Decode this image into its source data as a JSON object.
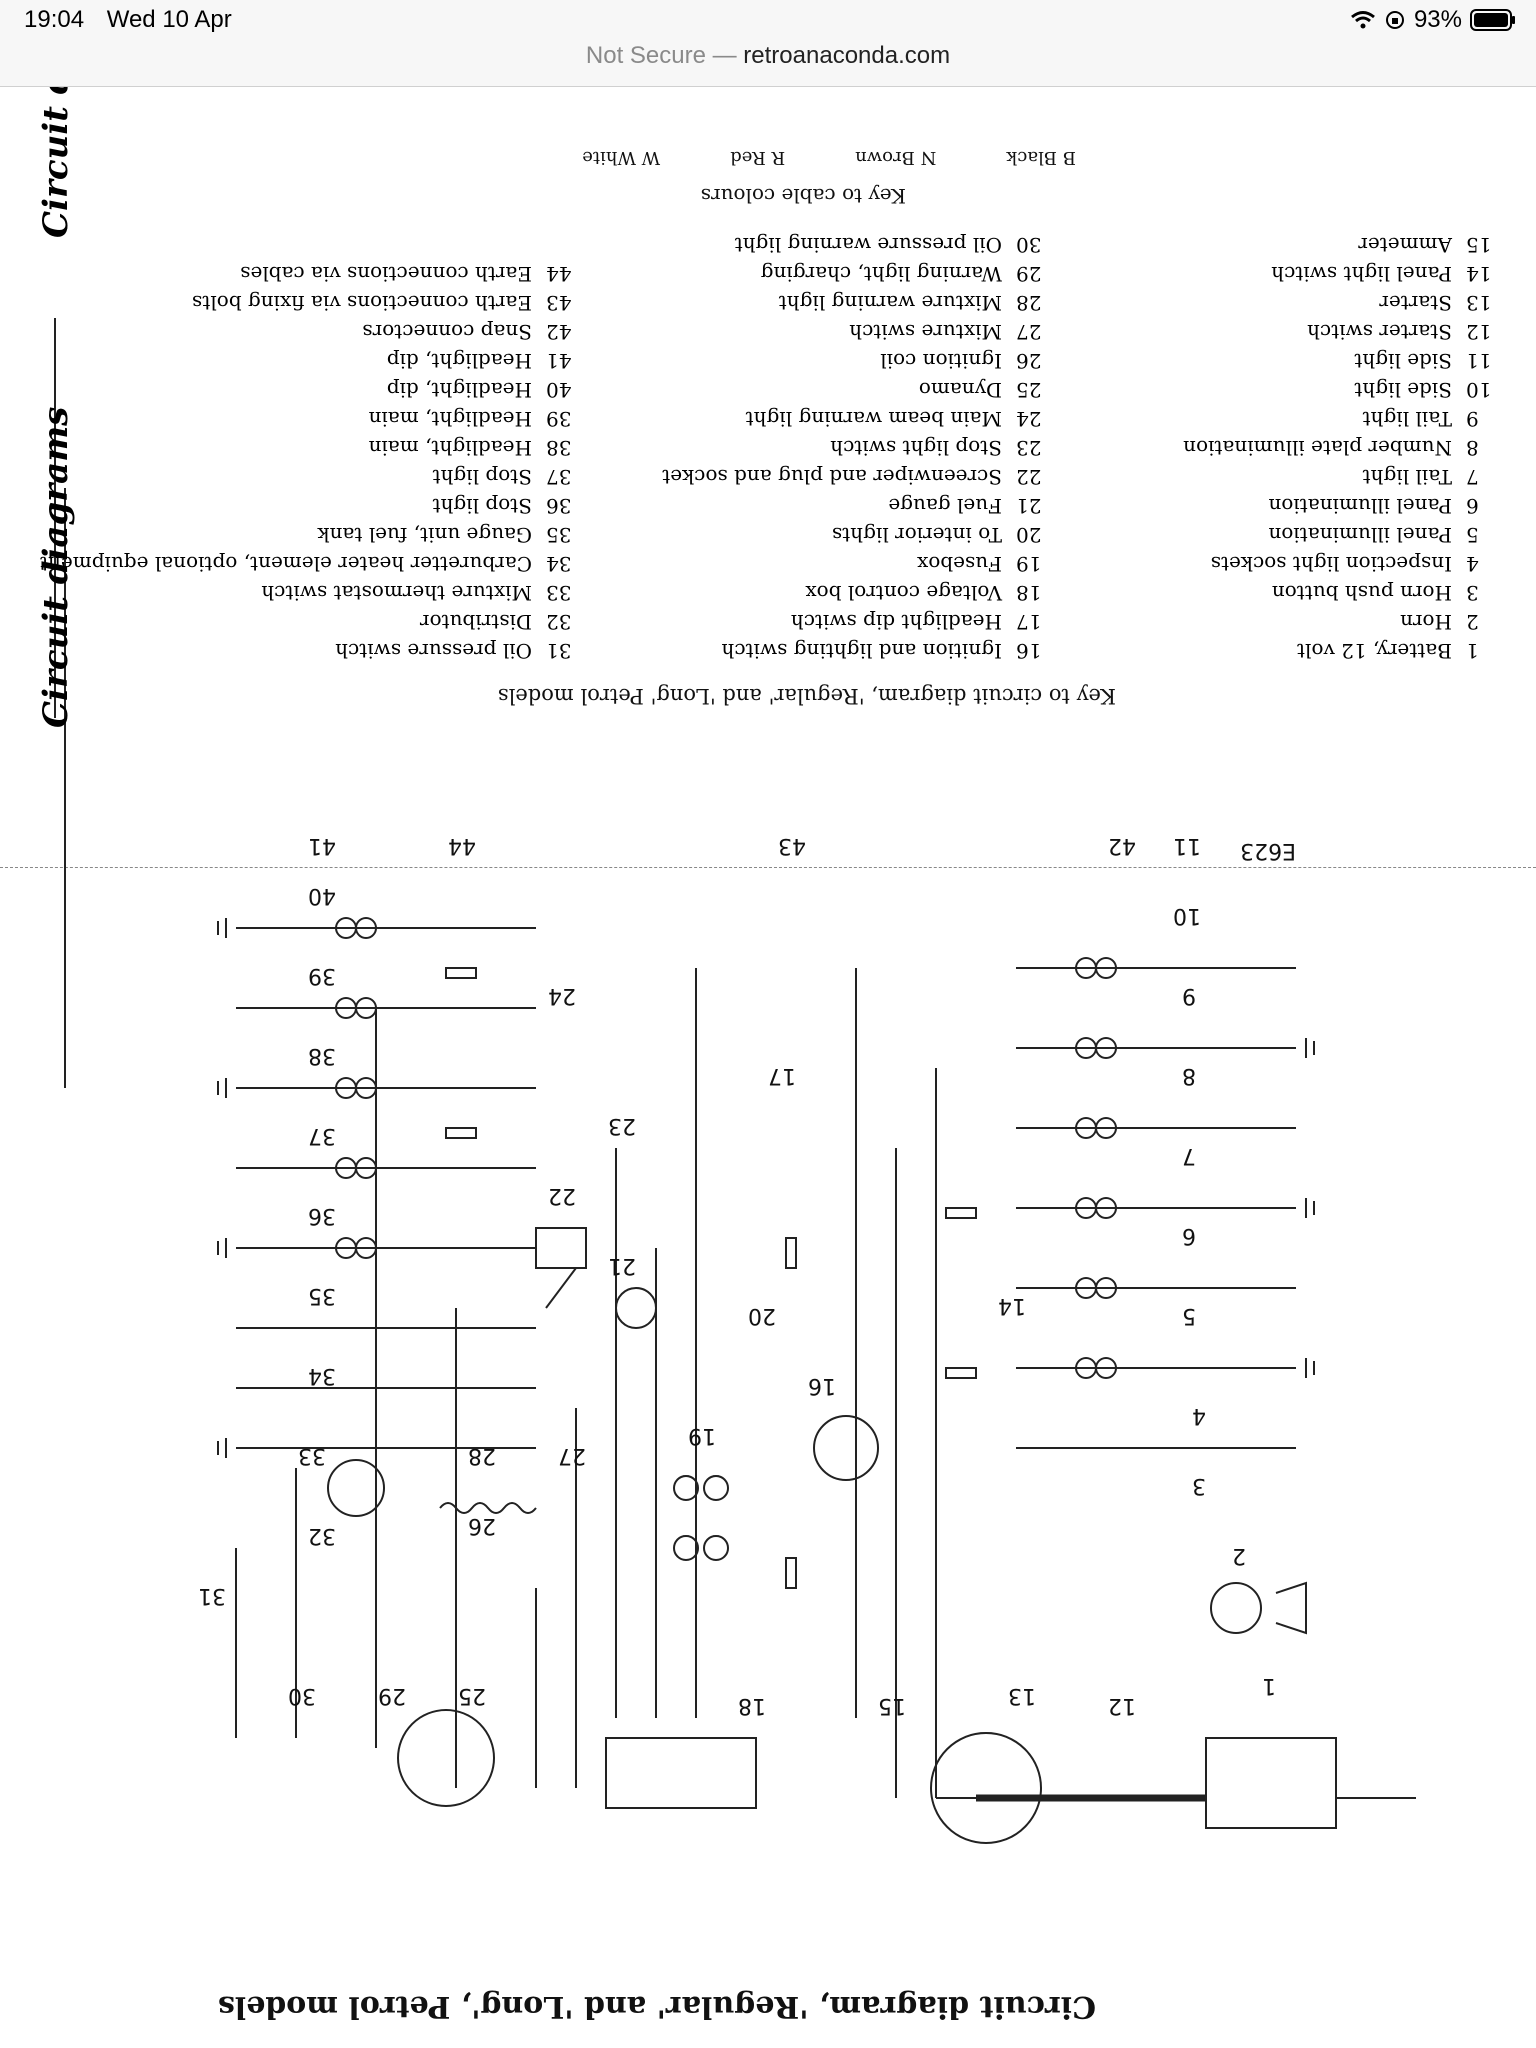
{
  "status_bar": {
    "time": "19:04",
    "date": "Wed 10 Apr",
    "battery": "93%"
  },
  "url_bar": {
    "not_secure": "Not Secure",
    "separator": "—",
    "domain": "retroanaconda.com"
  },
  "page": {
    "title": "Circuit diagram, 'Regular' and 'Long', Petrol models",
    "side_heading_1": "Circuit diagrams",
    "side_heading_2": "Circuit diagrams",
    "figure_code": "E623",
    "key_title": "Key to circuit diagram, 'Regular' and 'Long' Petrol models",
    "cable_key_title": "Key to cable colours",
    "cable_colours": [
      "B Black",
      "N Brown",
      "R Red",
      "W White"
    ],
    "key_col1": [
      {
        "n": "1",
        "label": "Battery, 12 volt"
      },
      {
        "n": "2",
        "label": "Horn"
      },
      {
        "n": "3",
        "label": "Horn push button"
      },
      {
        "n": "4",
        "label": "Inspection light sockets"
      },
      {
        "n": "5",
        "label": "Panel illumination"
      },
      {
        "n": "6",
        "label": "Panel illumination"
      },
      {
        "n": "7",
        "label": "Tail light"
      },
      {
        "n": "8",
        "label": "Number plate illumination"
      },
      {
        "n": "9",
        "label": "Tail light"
      },
      {
        "n": "10",
        "label": "Side light"
      },
      {
        "n": "11",
        "label": "Side light"
      },
      {
        "n": "12",
        "label": "Starter switch"
      },
      {
        "n": "13",
        "label": "Starter"
      },
      {
        "n": "14",
        "label": "Panel light switch"
      },
      {
        "n": "15",
        "label": "Ammeter"
      }
    ],
    "key_col2": [
      {
        "n": "16",
        "label": "Ignition and lighting switch"
      },
      {
        "n": "17",
        "label": "Headlight dip switch"
      },
      {
        "n": "18",
        "label": "Voltage control box"
      },
      {
        "n": "19",
        "label": "Fusebox"
      },
      {
        "n": "20",
        "label": "To interior lights"
      },
      {
        "n": "21",
        "label": "Fuel gauge"
      },
      {
        "n": "22",
        "label": "Screenwiper and plug and socket"
      },
      {
        "n": "23",
        "label": "Stop light switch"
      },
      {
        "n": "24",
        "label": "Main beam warning light"
      },
      {
        "n": "25",
        "label": "Dynamo"
      },
      {
        "n": "26",
        "label": "Ignition coil"
      },
      {
        "n": "27",
        "label": "Mixture switch"
      },
      {
        "n": "28",
        "label": "Mixture warning light"
      },
      {
        "n": "29",
        "label": "Warning light, charging"
      },
      {
        "n": "30",
        "label": "Oil pressure warning light"
      }
    ],
    "key_col3": [
      {
        "n": "31",
        "label": "Oil pressure switch"
      },
      {
        "n": "32",
        "label": "Distributor"
      },
      {
        "n": "33",
        "label": "Mixture thermostat switch"
      },
      {
        "n": "34",
        "label": "Carburetter heater element, optional equipment"
      },
      {
        "n": "35",
        "label": "Gauge unit, fuel tank"
      },
      {
        "n": "36",
        "label": "Stop light"
      },
      {
        "n": "37",
        "label": "Stop light"
      },
      {
        "n": "38",
        "label": "Headlight, main"
      },
      {
        "n": "39",
        "label": "Headlight, main"
      },
      {
        "n": "40",
        "label": "Headlight, dip"
      },
      {
        "n": "41",
        "label": "Headlight, dip"
      },
      {
        "n": "42",
        "label": "Snap connectors"
      },
      {
        "n": "43",
        "label": "Earth connections via fixing bolts"
      },
      {
        "n": "44",
        "label": "Earth connections via cables"
      }
    ],
    "diagram_numbers": [
      "1",
      "2",
      "3",
      "4",
      "5",
      "6",
      "7",
      "8",
      "9",
      "10",
      "11",
      "12",
      "13",
      "14",
      "15",
      "16",
      "17",
      "18",
      "19",
      "20",
      "21",
      "22",
      "23",
      "24",
      "25",
      "26",
      "27",
      "28",
      "29",
      "30",
      "31",
      "32",
      "33",
      "34",
      "35",
      "36",
      "37",
      "38",
      "39",
      "40",
      "41",
      "42",
      "43",
      "44"
    ]
  }
}
